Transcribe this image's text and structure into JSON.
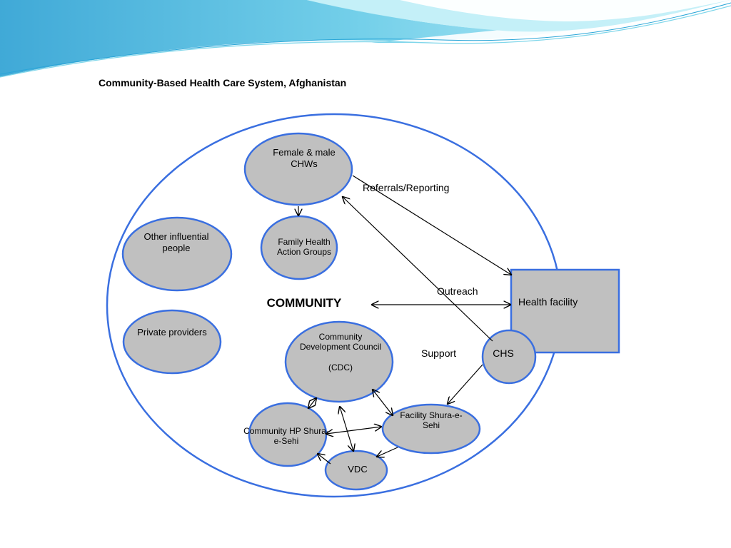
{
  "slide": {
    "title": "Community-Based Health Care System, Afghanistan"
  },
  "diagram": {
    "nodes": {
      "chws": "Female & male\nCHWs",
      "fhag": "Family Health\nAction Groups",
      "influential": "Other influential\npeople",
      "private": "Private providers",
      "community": "COMMUNITY",
      "cdc": "Community\nDevelopment Council\n\n(CDC)",
      "hp_shura": "Community HP Shura-\ne-Sehi",
      "facility_shura": "Facility Shura-e-\nSehi",
      "vdc": "VDC",
      "chs": "CHS",
      "health_facility": "Health facility"
    },
    "edge_labels": {
      "referrals": "Referrals/Reporting",
      "outreach": "Outreach",
      "support": "Support"
    }
  },
  "colors": {
    "node_fill": "#c0c0c0",
    "node_stroke": "#3a6fe0",
    "outer_stroke": "#3a6fe0",
    "wave_light": "#a8e4f0",
    "wave_mid": "#6cd0e8",
    "wave_dark": "#2aa6d8"
  }
}
